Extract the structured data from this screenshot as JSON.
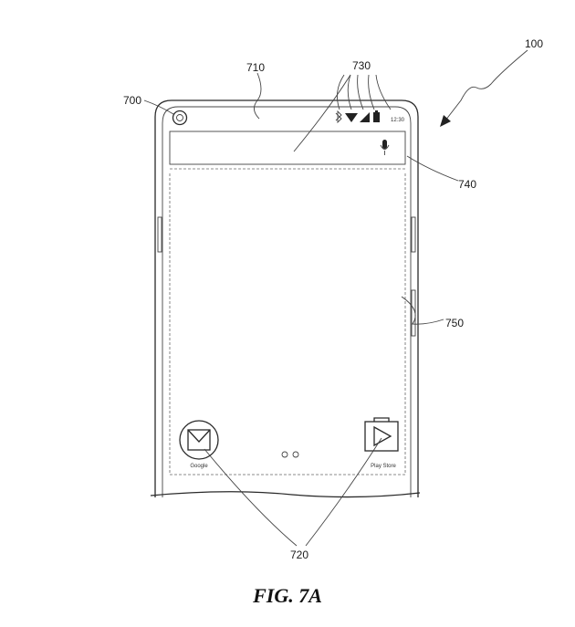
{
  "labels": {
    "device": "100",
    "camera": "700",
    "status_bar": "710",
    "app_icons": "720",
    "status_icons": "730",
    "search_bar": "740",
    "home_screen": "750"
  },
  "status_bar": {
    "time": "12:30"
  },
  "apps": [
    {
      "name": "Google",
      "icon": "mail-icon"
    },
    {
      "name": "Play Store",
      "icon": "play-store-icon"
    }
  ],
  "search_bar": {
    "icon": "microphone-icon"
  },
  "caption": "FIG. 7A"
}
